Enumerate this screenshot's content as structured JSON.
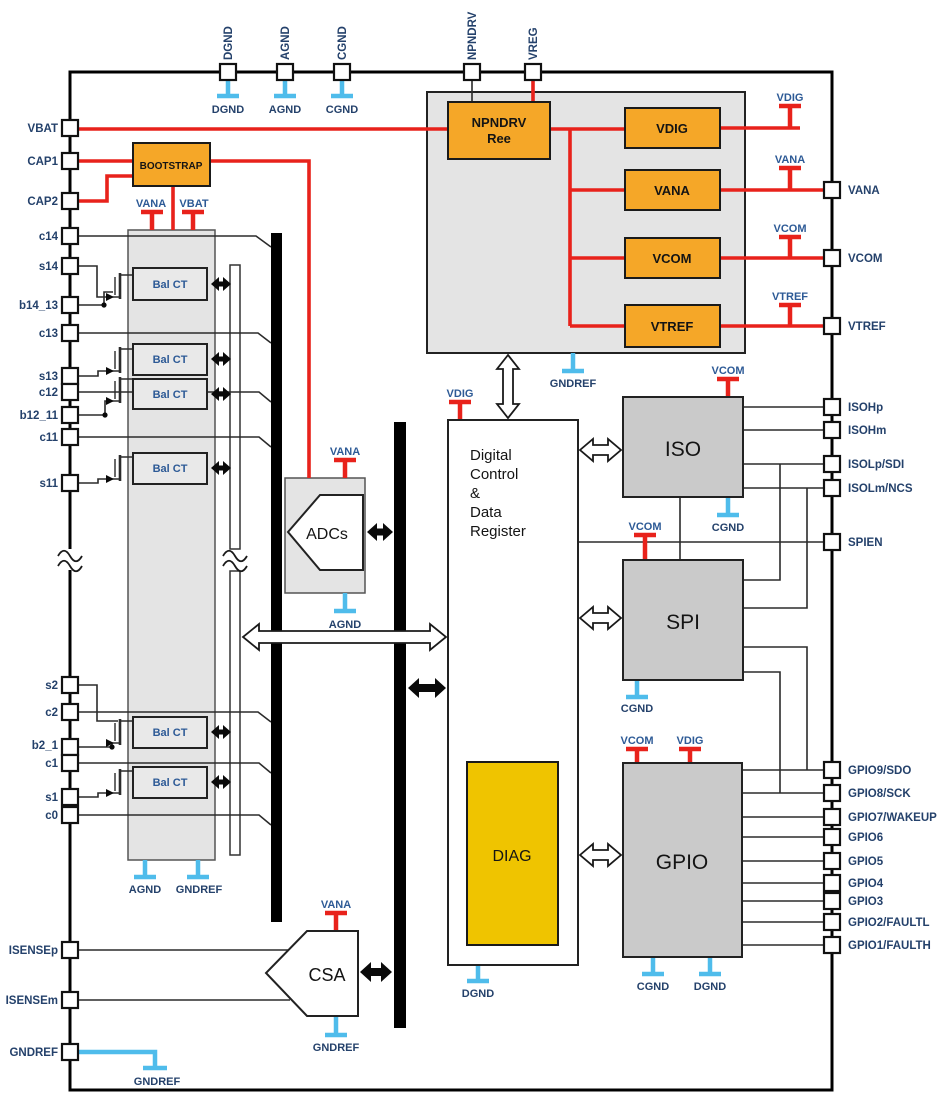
{
  "pins": {
    "top": [
      "DGND",
      "AGND",
      "CGND",
      "NPNDRV",
      "VREG"
    ],
    "left": [
      "VBAT",
      "CAP1",
      "CAP2",
      "c14",
      "s14",
      "b14_13",
      "c13",
      "s13",
      "c12",
      "b12_11",
      "c11",
      "s11",
      "s2",
      "c2",
      "b2_1",
      "c1",
      "s1",
      "c0",
      "ISENSEp",
      "ISENSEm",
      "GNDREF"
    ],
    "right": [
      "VANA",
      "VCOM",
      "VTREF",
      "ISOHp",
      "ISOHm",
      "ISOLp/SDI",
      "ISOLm/NCS",
      "SPIEN",
      "GPIO9/SDO",
      "GPIO8/SCK",
      "GPIO7/WAKEUP",
      "GPIO6",
      "GPIO5",
      "GPIO4",
      "GPIO3",
      "GPIO2/FAULTL",
      "GPIO1/FAULTH"
    ]
  },
  "grounds": {
    "dgnd": "DGND",
    "agnd": "AGND",
    "cgnd": "CGND",
    "gndref": "GNDREF"
  },
  "rails": {
    "vbat": "VBAT",
    "vana": "VANA",
    "vdig": "VDIG",
    "vcom": "VCOM",
    "vtref": "VTREF"
  },
  "blocks": {
    "regulator": {
      "line1": "NPNDRV",
      "line2": "Ree"
    },
    "bootstrap": "BOOTSTRAP",
    "bal_ct": "Bal CT",
    "adcs": "ADCs",
    "digital": [
      "Digital",
      "Control",
      "&",
      "Data",
      "Register"
    ],
    "iso": "ISO",
    "spi": "SPI",
    "gpio": "GPIO",
    "diag": "DIAG",
    "csa": "CSA"
  },
  "colors": {
    "accent_orange": "#F5A728",
    "accent_yellow": "#EFC400",
    "wire_red": "#E8221B",
    "ground_cyan": "#4FBCEB",
    "block_gray": "#CACACA",
    "panel_gray": "#E4E4E4",
    "label_navy": "#24416B"
  }
}
